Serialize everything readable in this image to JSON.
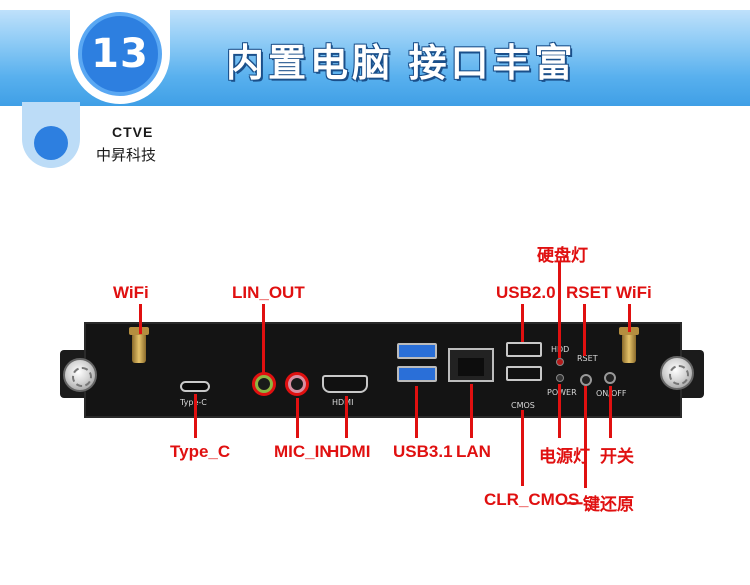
{
  "banner": {
    "number": "13",
    "title": "内置电脑 接口丰富"
  },
  "brand": {
    "name_en": "CTVE",
    "name_cn": "中昇科技"
  },
  "panel_labels": {
    "typec": "Type-C",
    "hdmi": "HDMI",
    "cmos": "CMOS",
    "hdd": "HDD",
    "power": "POWER",
    "rset": "RSET",
    "onoff": "ON/OFF"
  },
  "callouts": {
    "wifi_left": "WiFi",
    "lin_out": "LIN_OUT",
    "usb20": "USB2.0",
    "hdd_led": "硬盘灯",
    "rset": "RSET",
    "wifi_right": "WiFi",
    "type_c": "Type_C",
    "mic_in": "MIC_IN",
    "hdmi": "HDMI",
    "usb31": "USB3.1",
    "lan": "LAN",
    "power_led": "电源灯",
    "power_switch": "开关",
    "clr_cmos": "CLR_CMOS",
    "one_key_restore": "一键还原"
  },
  "colors": {
    "accent": "#e01010",
    "banner_blue": "#3f9fe6",
    "usb3_blue": "#2a6fd8"
  }
}
